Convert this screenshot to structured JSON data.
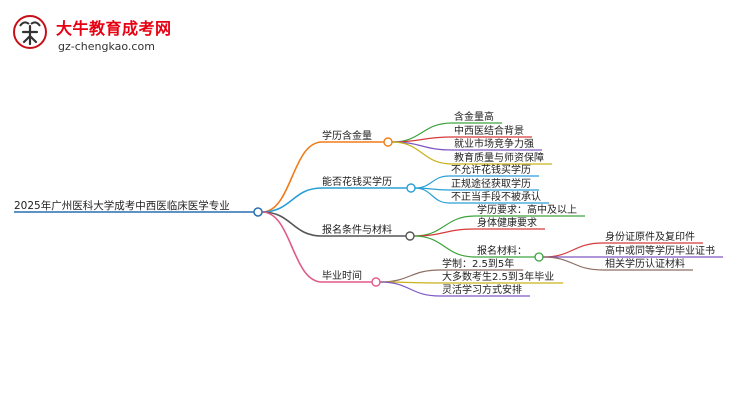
{
  "brand": {
    "name": "大牛教育成考网",
    "url": "gz-chengkao.com",
    "color": "#e60012"
  },
  "mindmap": {
    "root": "2025年广州医科大学成考中西医临床医学专业",
    "branches": [
      {
        "label": "学历含金量",
        "color": "#f07c1a",
        "children": [
          "含金量高",
          "中西医结合背景",
          "就业市场竞争力强",
          "教育质量与师资保障"
        ],
        "child_colors": [
          "#3da33d",
          "#d63a3a",
          "#7e57c2",
          "#c9b21a"
        ]
      },
      {
        "label": "能否花钱买学历",
        "color": "#2a9fd6",
        "children": [
          "不允许花钱买学历",
          "正规途径获取学历",
          "不正当手段不被承认"
        ],
        "child_colors": [
          "#2a9fd6",
          "#2a9fd6",
          "#2a9fd6"
        ]
      },
      {
        "label": "报名条件与材料",
        "color": "#555555",
        "children": [
          "学历要求：高中及以上",
          "身体健康要求",
          "报名材料："
        ],
        "child_colors": [
          "#3da33d",
          "#d63a3a",
          "#3da33d"
        ],
        "sub": {
          "parent_index": 2,
          "children": [
            "身份证原件及复印件",
            "高中或同等学历毕业证书",
            "相关学历认证材料"
          ],
          "child_colors": [
            "#d63a3a",
            "#7e57c2",
            "#8d6e63"
          ]
        }
      },
      {
        "label": "毕业时间",
        "color": "#e05a8a",
        "children": [
          "学制：2.5到5年",
          "大多数考生2.5到3年毕业",
          "灵活学习方式安排"
        ],
        "child_colors": [
          "#8d6e63",
          "#c9b21a",
          "#7e57c2"
        ]
      }
    ]
  }
}
